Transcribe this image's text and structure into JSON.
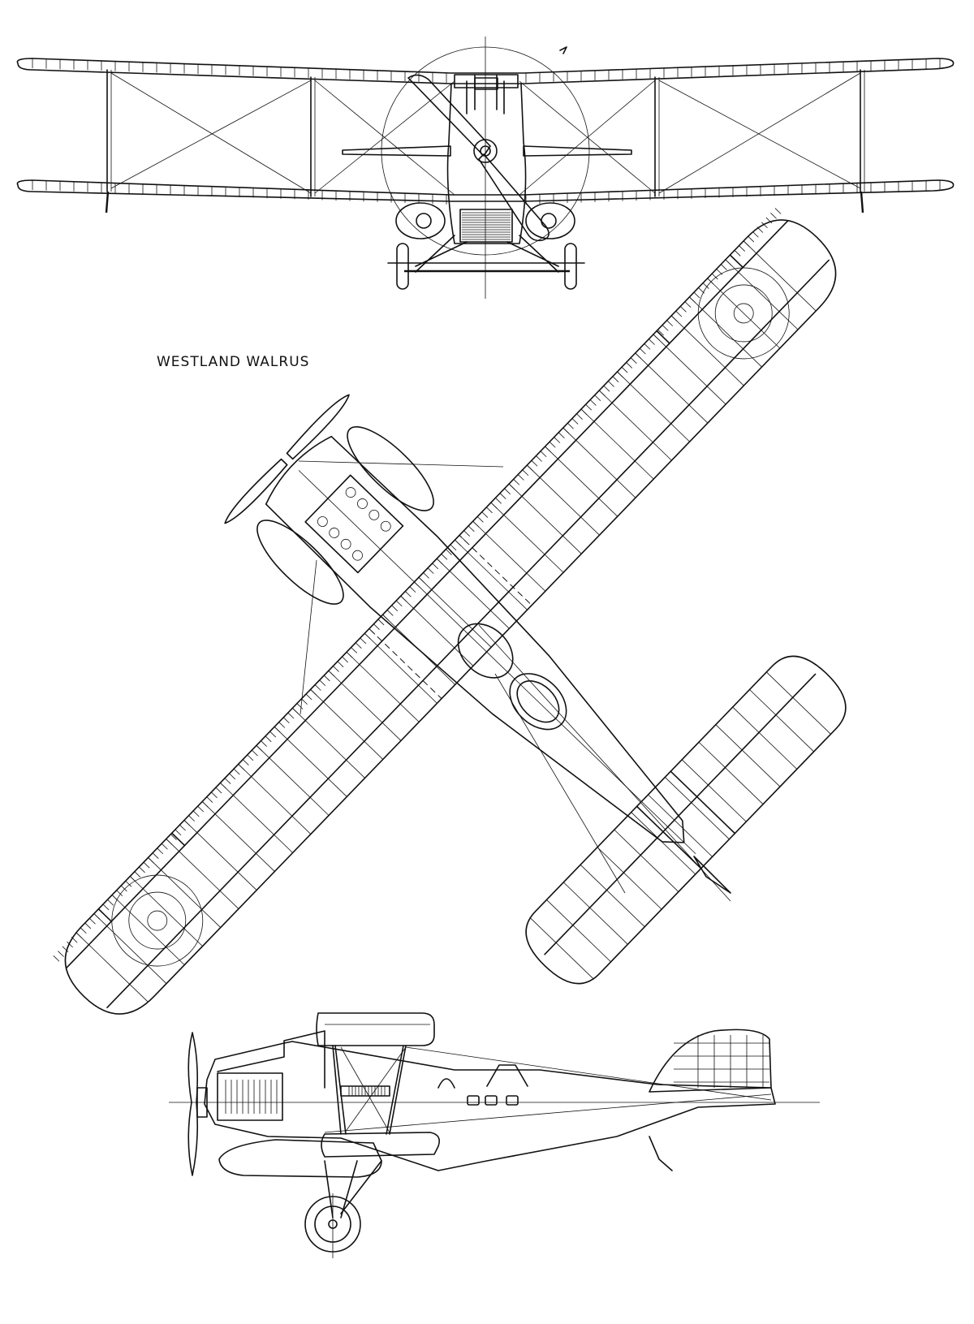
{
  "title": "WESTLAND WALRUS",
  "views": {
    "front": "front-elevation",
    "plan": "plan-view",
    "side": "side-elevation"
  },
  "colors": {
    "ink": "#111111",
    "paper": "#ffffff"
  }
}
